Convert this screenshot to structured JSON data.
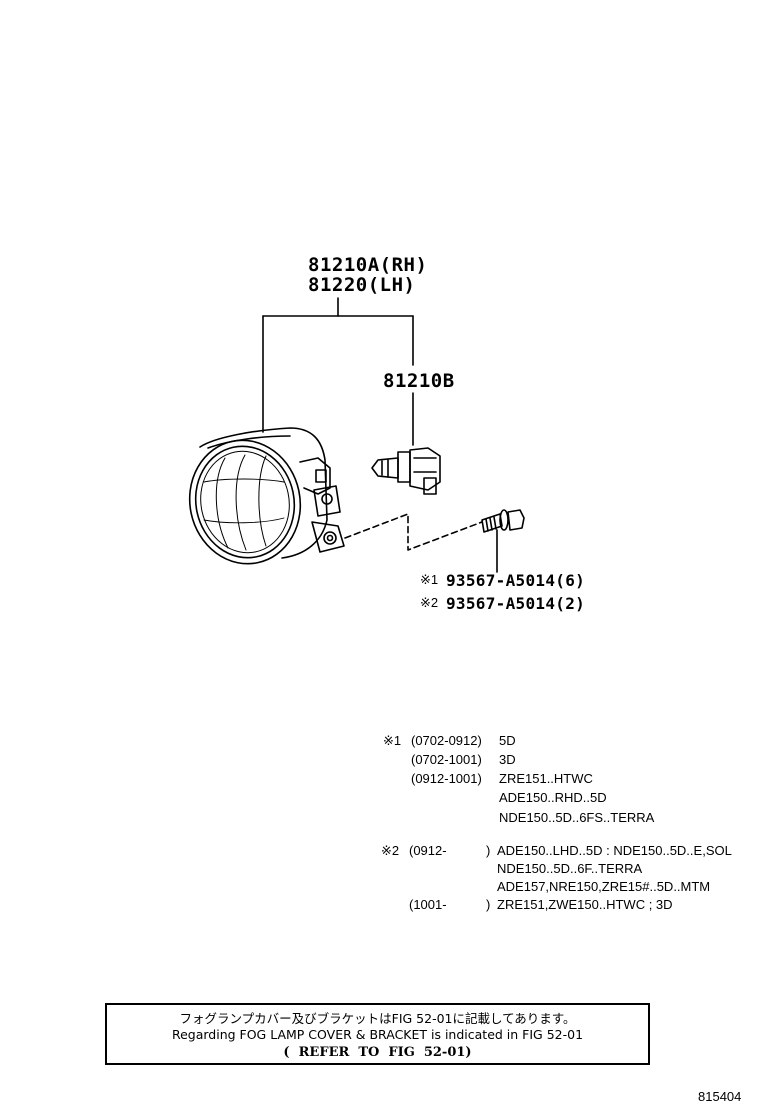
{
  "labels": {
    "lamp_rh": "81210A(RH)",
    "lamp_lh": "81220(LH)",
    "bulb": "81210B",
    "bolt_1_mark": "※1",
    "bolt_1_part": "93567-A5014(6)",
    "bolt_2_mark": "※2",
    "bolt_2_part": "93567-A5014(2)"
  },
  "notes": {
    "note1": {
      "mark": "※1",
      "rows": [
        {
          "range": "(0702-0912)",
          "models": "5D"
        },
        {
          "range": "(0702-1001)",
          "models": "3D"
        },
        {
          "range": "(0912-1001)",
          "models": "ZRE151..HTWC"
        },
        {
          "range": "",
          "models": "ADE150..RHD..5D"
        },
        {
          "range": "",
          "models": "NDE150..5D..6FS..TERRA"
        }
      ]
    },
    "note2": {
      "mark": "※2",
      "rows": [
        {
          "range": "(0912-",
          "close": ")",
          "models": "ADE150..LHD..5D : NDE150..5D..E,SOL"
        },
        {
          "range": "",
          "close": "",
          "models": "NDE150..5D..6F..TERRA"
        },
        {
          "range": "",
          "close": "",
          "models": "ADE157,NRE150,ZRE15#..5D..MTM"
        },
        {
          "range": "(1001-",
          "close": ")",
          "models": "ZRE151,ZWE150..HTWC ; 3D"
        }
      ]
    }
  },
  "notice": {
    "line1": "フォグランプカバー及びブラケットはFIG 52-01に記載してあります。",
    "line2": "Regarding FOG LAMP COVER & BRACKET is indicated in FIG 52-01",
    "line3": "(  REFER  TO  FIG  52-01)"
  },
  "figure_id": "815404"
}
